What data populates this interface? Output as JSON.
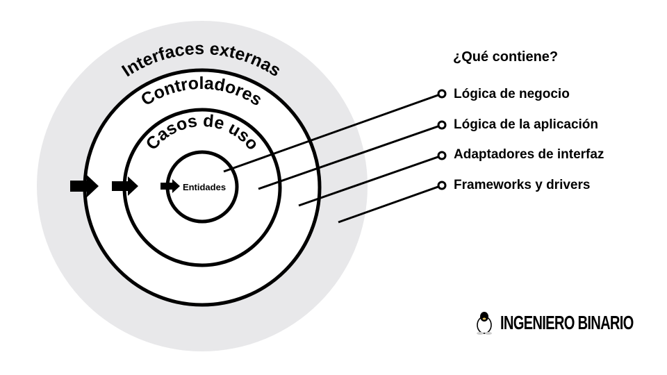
{
  "diagram": {
    "rings": [
      {
        "label": "Interfaces externas"
      },
      {
        "label": "Controladores"
      },
      {
        "label": "Casos de uso"
      },
      {
        "label": "Entidades"
      }
    ],
    "legend_title": "¿Qué contiene?",
    "legend_items": [
      {
        "label": "Lógica de negocio"
      },
      {
        "label": "Lógica de la aplicación"
      },
      {
        "label": "Adaptadores de interfaz"
      },
      {
        "label": "Frameworks y drivers"
      }
    ]
  },
  "brand": {
    "name": "INGENIERO BINARIO",
    "icon": "penguin-icon"
  },
  "colors": {
    "outer_ring": "#e8e8ea",
    "stroke": "#000000"
  }
}
